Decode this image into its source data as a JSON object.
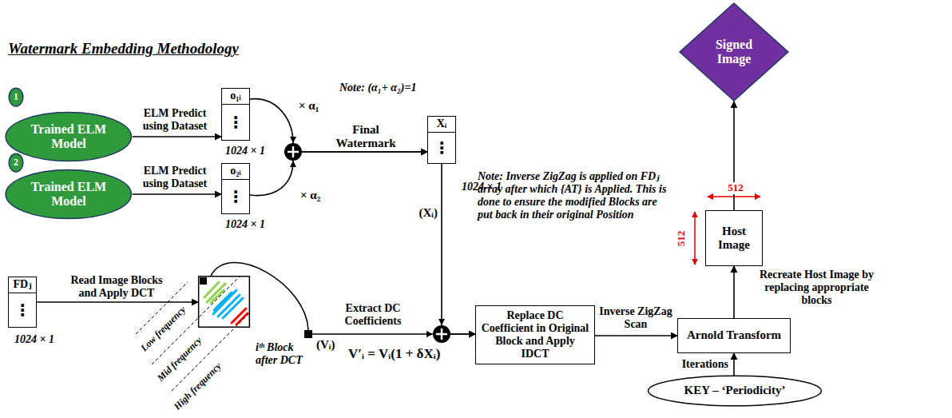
{
  "diagram": {
    "title": "Watermark Embedding Methodology",
    "nodes": [
      {
        "text": [
          "1"
        ]
      },
      {
        "text": [
          "Trained ELM Model"
        ]
      },
      {
        "text": [
          "2"
        ]
      },
      {
        "text": [
          "Trained ELM Model"
        ]
      },
      {
        "text": [
          "o₁ᵢ",
          "⋮"
        ]
      },
      {
        "text": [
          "o₂ᵢ",
          "⋮"
        ]
      },
      {
        "text": [
          "Xᵢ",
          "⋮"
        ]
      },
      {
        "text": [
          "Signed Image"
        ]
      },
      {
        "text": [
          "Host Image"
        ]
      },
      {
        "text": [
          "FDⱼ",
          "⋮"
        ]
      },
      {
        "text": [
          "iᵗʰ Block after DCT"
        ]
      },
      {
        "text": [
          "Replace DC Coefficient in Original Block and Apply IDCT"
        ]
      },
      {
        "text": [
          "Arnold Transform"
        ]
      },
      {
        "text": [
          "KEY – ‘Periodicity’"
        ]
      }
    ],
    "edges": [
      {
        "from": 1,
        "to": 4,
        "arrow": "to",
        "label": "ELM Predict using Dataset"
      },
      {
        "from": 3,
        "to": 5,
        "arrow": "to",
        "label": "ELM Predict using Dataset"
      },
      {
        "from": 4,
        "to": 6,
        "arrow": "to",
        "label": "× α₁"
      },
      {
        "from": 5,
        "to": 6,
        "arrow": "to",
        "label": "× α₂"
      },
      {
        "from": 6,
        "to": 11,
        "arrow": "to",
        "label": "(Xᵢ)"
      },
      {
        "from": 9,
        "to": 10,
        "arrow": "to",
        "label": "Read Image Blocks and Apply DCT"
      },
      {
        "from": 10,
        "to": 11,
        "arrow": "to",
        "label": "Extract DC Coefficients"
      },
      {
        "from": 11,
        "to": 12,
        "arrow": "to",
        "label": "Inverse ZigZag Scan"
      },
      {
        "from": 13,
        "to": 12,
        "arrow": "to",
        "label": "Iterations"
      },
      {
        "from": 12,
        "to": 8,
        "arrow": "to",
        "label": "Recreate Host Image by replacing appropriate blocks"
      },
      {
        "from": 8,
        "to": 7,
        "arrow": "to"
      }
    ],
    "labels": [
      "1024 × 1",
      "1024 × 1",
      "Note: (α₁+ α₂)=1",
      "Final Watermark",
      "1024 × 1",
      "Note: Inverse ZigZag is applied on FDⱼ array after which {AT} is Applied. This is done to ensure the modified Blocks are put back in their original Position",
      "512",
      "512",
      "1024 × 1",
      "Low frequency",
      "Mid frequency",
      "High frequency",
      "(Vᵢ)",
      "V′ᵢ = Vᵢ(1 + δXᵢ)"
    ]
  }
}
